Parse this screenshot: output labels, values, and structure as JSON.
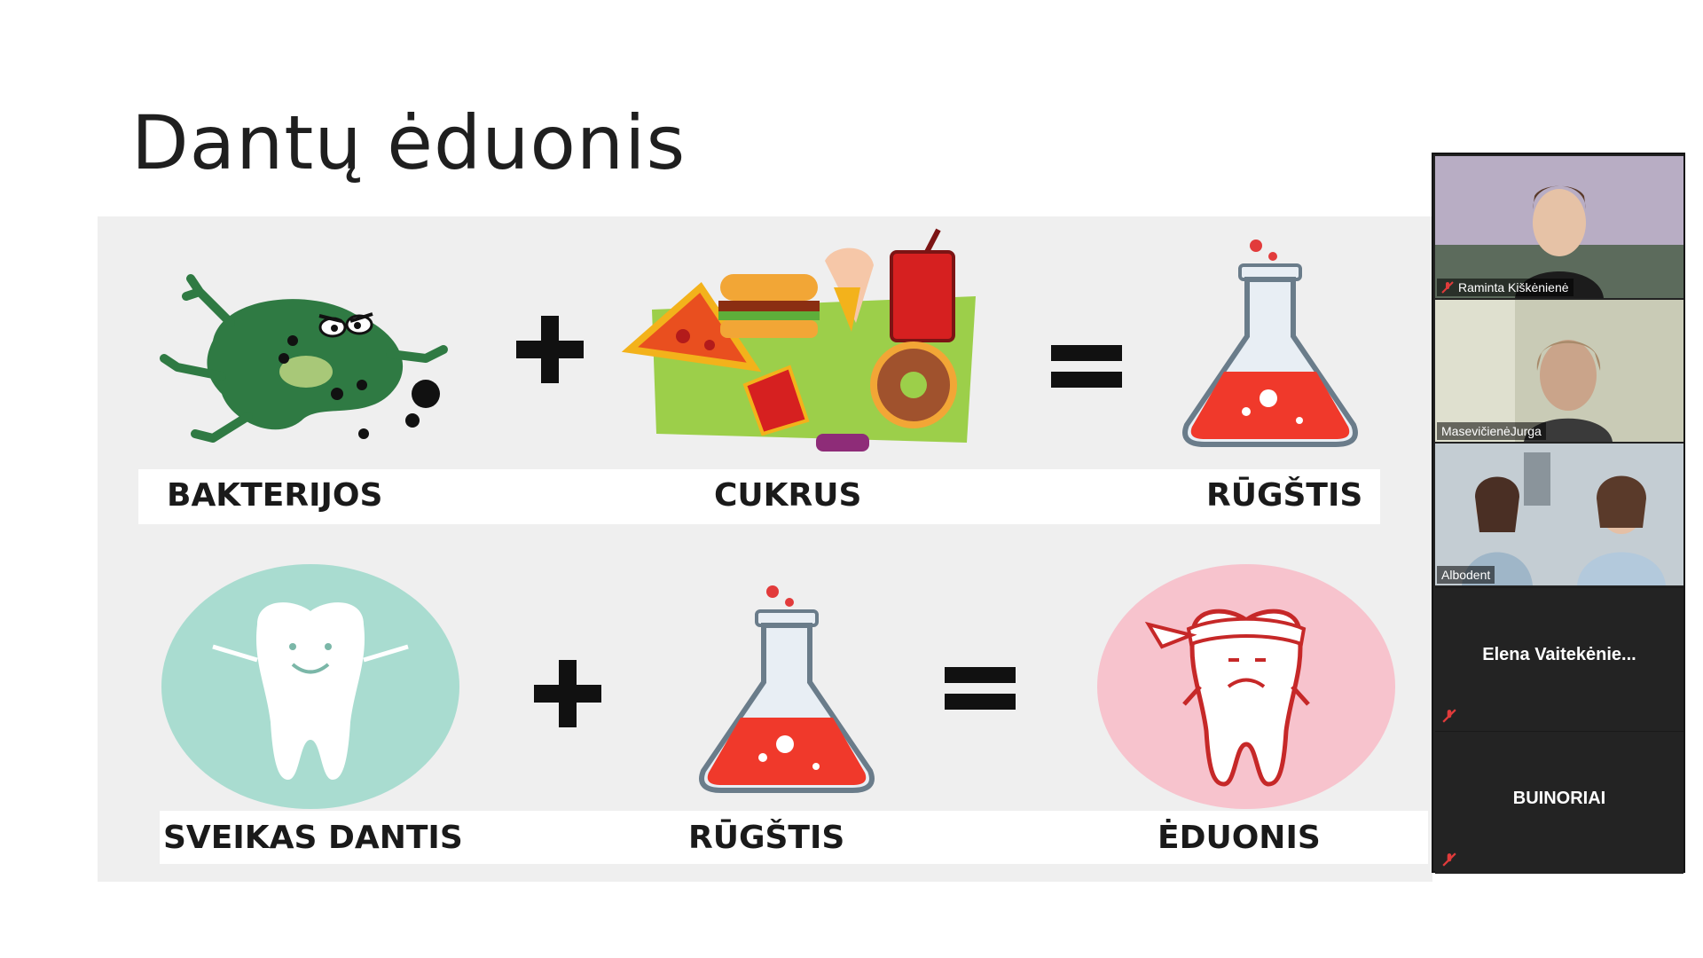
{
  "slide": {
    "title": "Dantų ėduonis",
    "row1": {
      "bacteria": "BAKTERIJOS",
      "sugar": "CUKRUS",
      "acid": "RŪGŠTIS"
    },
    "row2": {
      "healthy_tooth": "SVEIKAS DANTIS",
      "acid": "RŪGŠTIS",
      "caries": "ĖDUONIS"
    }
  },
  "participants": [
    {
      "name": "Raminta Kiškėnienė",
      "muted": true,
      "video": true
    },
    {
      "name": "MasevičienėJurga",
      "muted": false,
      "video": true
    },
    {
      "name": "Albodent",
      "muted": false,
      "video": true,
      "active_speaker": true
    },
    {
      "name": "Elena  Vaitekėnie...",
      "muted": true,
      "video": false
    },
    {
      "name": "BUINORIAI",
      "muted": true,
      "video": false
    }
  ],
  "colors": {
    "germ": "#2f7a43",
    "liquid": "#f0392b",
    "healthy_bg": "#a9dcd0",
    "caries_bg": "#f7c3cd",
    "active_border": "#66c24a"
  }
}
